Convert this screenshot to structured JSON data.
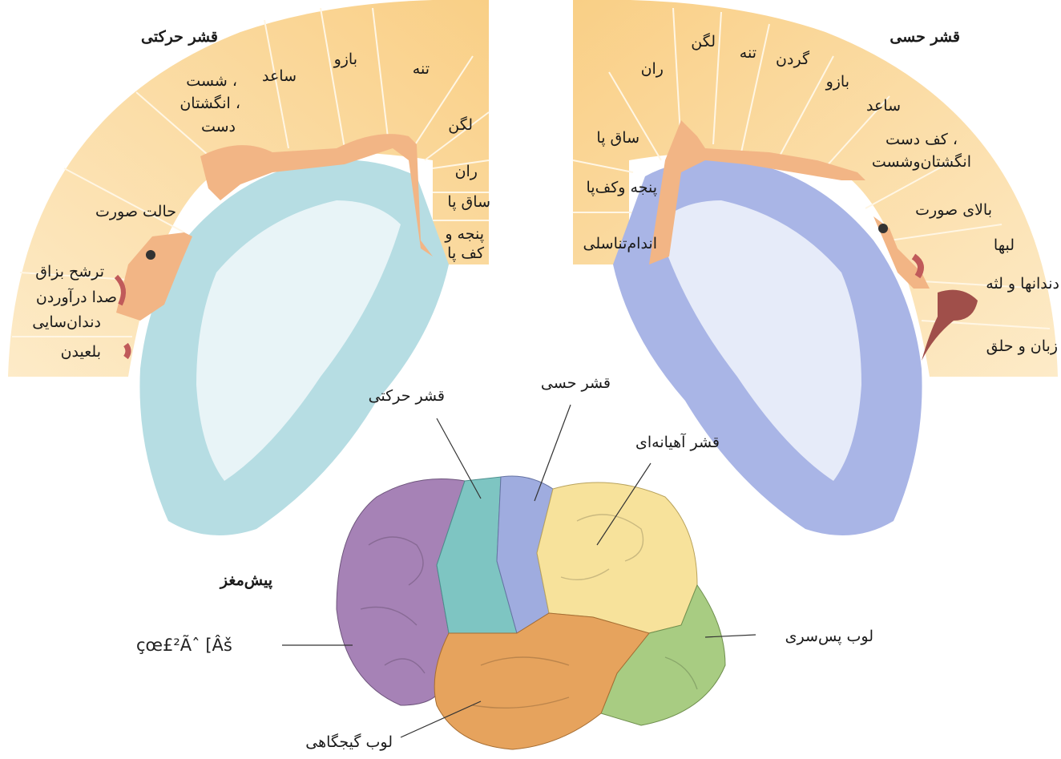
{
  "motor": {
    "title": "قشر حرکتی",
    "labels": [
      "ساعد",
      "بازو",
      "تنه",
      "لگن",
      "ران",
      "ساق پا",
      "پنجه و",
      "کف پا",
      "شست ،",
      "انگشتان ،",
      "دست",
      "حالت صورت",
      "ترشح بزاق",
      "صدا درآوردن",
      "دندان‌سایی",
      "بلعیدن"
    ]
  },
  "sensory": {
    "title": "قشر حسی",
    "labels": [
      "ران",
      "لگن",
      "تنه",
      "گردن",
      "بازو",
      "ساعد",
      "ساق پا",
      "کف دست ،",
      "انگشتان‌وشست",
      "پنجه وکف‌پا",
      "بالای صورت",
      "اندام‌تناسلی",
      "لبها",
      "دندانها و لثه",
      "زبان و حلق"
    ]
  },
  "brain": {
    "motor_cortex": "قشر حرکتی",
    "sensory_cortex": "قشر حسی",
    "parietal": "قشر آهیانه‌ای",
    "prefrontal": "پیش‌مغز",
    "frontal_garbled": "çœ£²Ãˆ [Âš",
    "occipital": "لوب پس‌سری",
    "temporal": "لوب گیجگاهی"
  },
  "colors": {
    "band_light": "#fde9c4",
    "band_dark": "#f9cf86",
    "homunculus": "#f2b585",
    "motor_slice": "#b6dde3",
    "sensory_slice": "#a9b5e6",
    "frontal": "#a682b6",
    "motor_strip": "#7ec5c2",
    "sensory_strip": "#9facdf",
    "parietal_lobe": "#f7e29b",
    "occipital_lobe": "#a8cc82",
    "temporal_lobe": "#e6a35d"
  }
}
